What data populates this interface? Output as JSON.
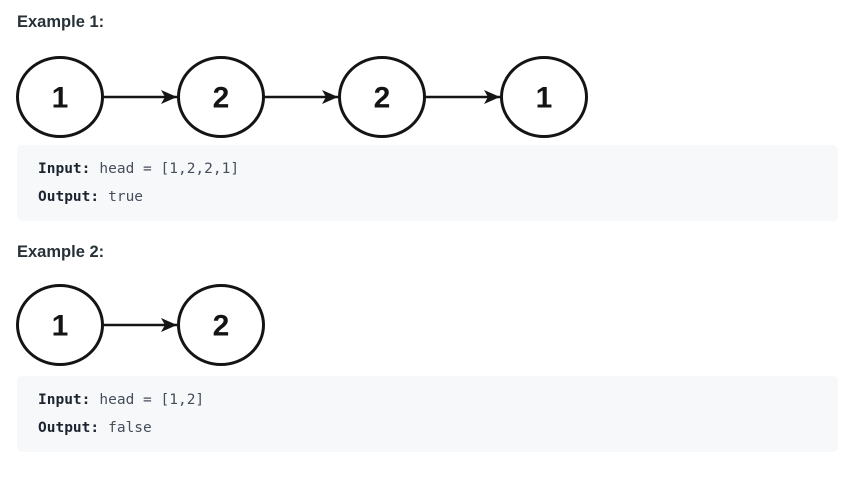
{
  "colors": {
    "page_background": "#ffffff",
    "heading_text": "#263238",
    "node_stroke": "#141414",
    "node_fill": "#ffffff",
    "code_block_background": "#f7f8fa",
    "code_label_text": "#1c2430",
    "code_value_text": "#454e5c"
  },
  "examples": [
    {
      "title": "Example 1:",
      "diagram": {
        "type": "singly-linked-list",
        "nodes": [
          "1",
          "2",
          "2",
          "1"
        ]
      },
      "input_label": "Input:",
      "input_value": "head = [1,2,2,1]",
      "output_label": "Output:",
      "output_value": "true"
    },
    {
      "title": "Example 2:",
      "diagram": {
        "type": "singly-linked-list",
        "nodes": [
          "1",
          "2"
        ]
      },
      "input_label": "Input:",
      "input_value": "head = [1,2]",
      "output_label": "Output:",
      "output_value": "false"
    }
  ]
}
